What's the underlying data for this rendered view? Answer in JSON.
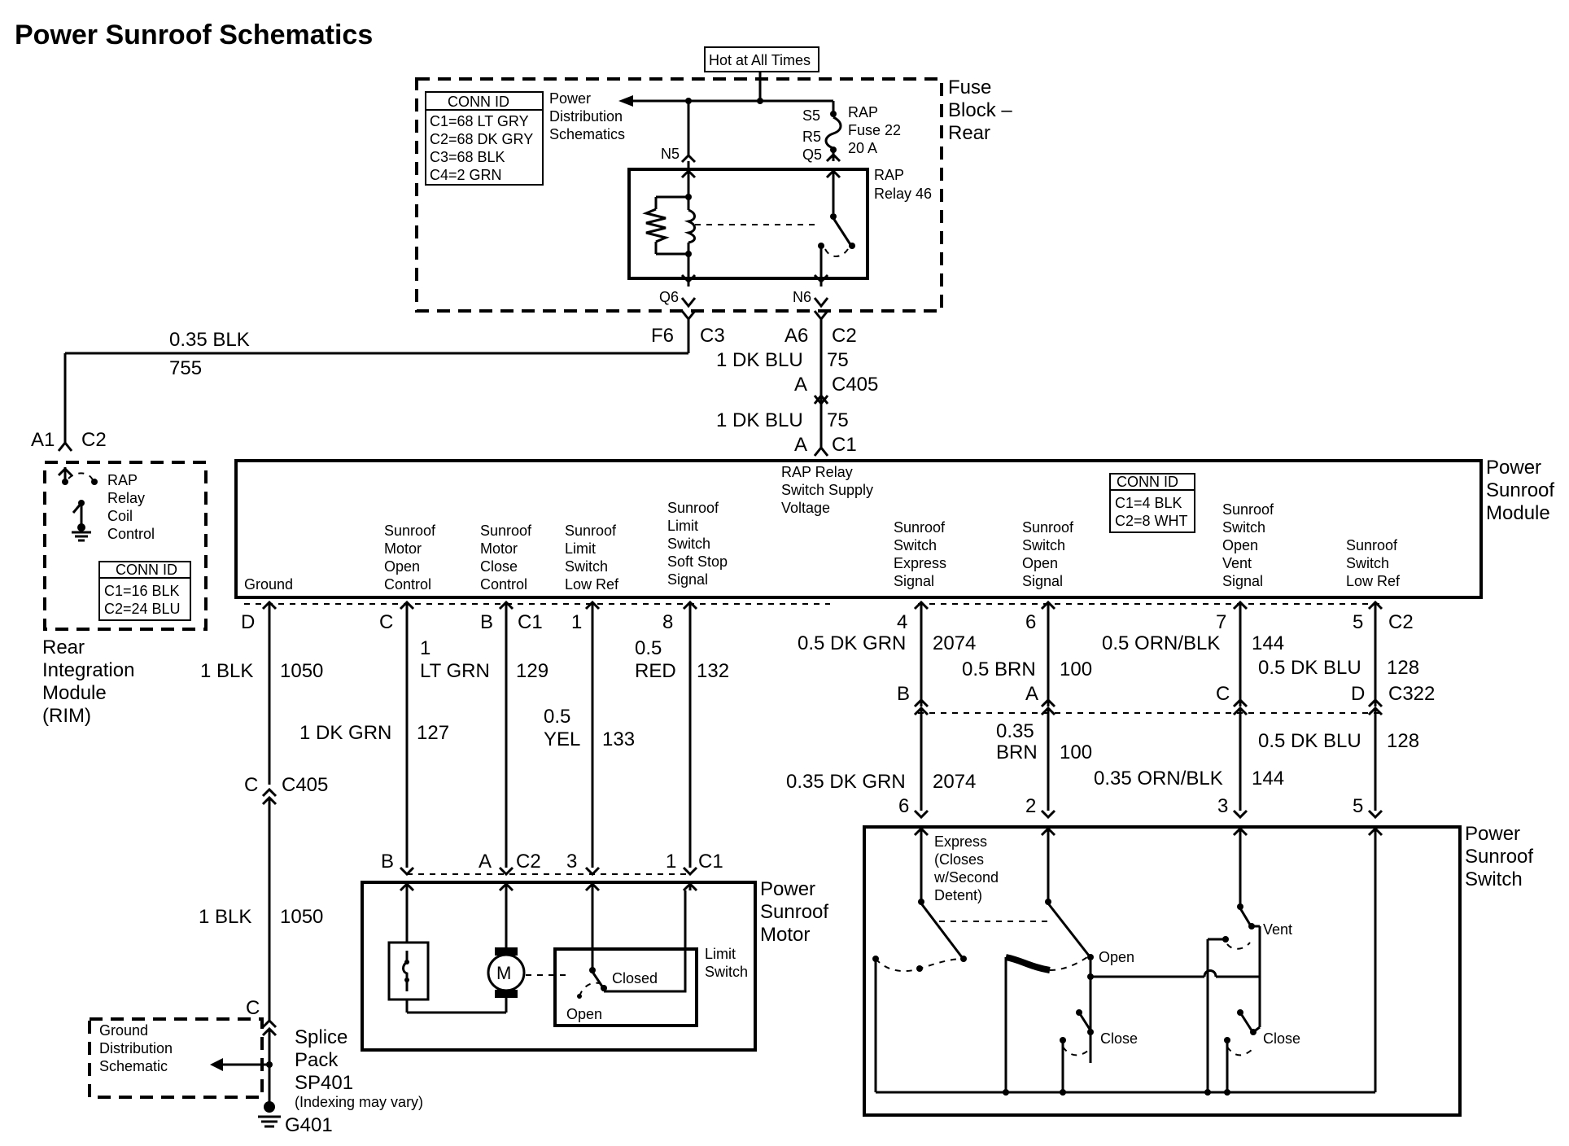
{
  "title": "Power Sunroof Schematics",
  "hot_label": "Hot at All Times",
  "fuse_block": {
    "l1": "Fuse",
    "l2": "Block –",
    "l3": "Rear"
  },
  "conn_fb": {
    "title": "CONN ID",
    "c1": "C1=68 LT GRY",
    "c2": "C2=68 DK GRY",
    "c3": "C3=68 BLK",
    "c4": "C4=2 GRN"
  },
  "power_dist": {
    "l1": "Power",
    "l2": "Distribution",
    "l3": "Schematics"
  },
  "fuse": {
    "s5": "S5",
    "r5": "R5",
    "q5": "Q5",
    "l1": "RAP",
    "l2": "Fuse 22",
    "l3": "20 A"
  },
  "relay": {
    "l1": "RAP",
    "l2": "Relay 46",
    "n5": "N5",
    "q6": "Q6",
    "n6": "N6"
  },
  "wire_top_left": {
    "pin": "F6",
    "conn": "C3",
    "gauge": "0.35 BLK",
    "circuit": "755"
  },
  "wire_top_right": {
    "pin1": "A6",
    "conn1": "C2",
    "gauge1": "1 DK BLU",
    "circ1": "75",
    "pin2": "A",
    "conn2": "C405",
    "gauge2": "1 DK BLU",
    "circ2": "75",
    "pin3": "A",
    "conn3": "C1"
  },
  "rim": {
    "pin": "A1",
    "conn": "C2",
    "relay1": "RAP",
    "relay2": "Relay",
    "relay3": "Coil",
    "relay4": "Control",
    "conn_title": "CONN ID",
    "c1": "C1=16 BLK",
    "c2": "C2=24 BLU",
    "name1": "Rear",
    "name2": "Integration",
    "name3": "Module",
    "name4": "(RIM)"
  },
  "module": {
    "name1": "Power",
    "name2": "Sunroof",
    "name3": "Module",
    "rap1": "RAP Relay",
    "rap2": "Switch Supply",
    "rap3": "Voltage",
    "conn_title": "CONN ID",
    "c1": "C1=4 BLK",
    "c2": "C2=8 WHT",
    "ground": "Ground",
    "motor_open": [
      "Sunroof",
      "Motor",
      "Open",
      "Control"
    ],
    "motor_close": [
      "Sunroof",
      "Motor",
      "Close",
      "Control"
    ],
    "limit_low": [
      "Sunroof",
      "Limit",
      "Switch",
      "Low Ref"
    ],
    "limit_soft": [
      "Sunroof",
      "Limit",
      "Switch",
      "Soft Stop",
      "Signal"
    ],
    "express": [
      "Sunroof",
      "Switch",
      "Express",
      "Signal"
    ],
    "open_sig": [
      "Sunroof",
      "Switch",
      "Open",
      "Signal"
    ],
    "vent_sig": [
      "Sunroof",
      "Switch",
      "Open",
      "Vent",
      "Signal"
    ],
    "low_ref": [
      "Sunroof",
      "Switch",
      "Low Ref"
    ]
  },
  "pins_module": {
    "d": "D",
    "c": "C",
    "b": "B",
    "c1": "C1",
    "p1": "1",
    "p8": "8",
    "p4": "4",
    "p6": "6",
    "p7": "7",
    "p5": "5",
    "c2": "C2"
  },
  "wires_left": {
    "ground_gauge": "1 BLK",
    "ground_circ": "1050",
    "open_gauge": "1 DK GRN",
    "open_circ": "127",
    "close_gauge1": "1",
    "close_gauge2": "LT GRN",
    "close_circ": "129",
    "low_gauge1": "0.5",
    "low_gauge2": "YEL",
    "low_circ": "133",
    "soft_gauge1": "0.5",
    "soft_gauge2": "RED",
    "soft_circ": "132",
    "c405_pin": "C",
    "c405": "C405",
    "ground_gauge2": "1 BLK",
    "ground_circ2": "1050",
    "splice_pin": "C"
  },
  "wires_right": {
    "g4a": "0.5 DK GRN",
    "c4a": "2074",
    "g6a": "0.5 BRN",
    "c6a": "100",
    "g7a": "0.5 ORN/BLK",
    "c7a": "144",
    "g5a": "0.5 DK BLU",
    "c5a": "128",
    "pb": "B",
    "pa": "A",
    "pc": "C",
    "pd": "D",
    "c322": "C322",
    "g6b1": "0.35",
    "g6b2": "BRN",
    "c6b": "100",
    "g5b": "0.5 DK BLU",
    "c5b": "128",
    "g4b": "0.35 DK GRN",
    "c4b": "2074",
    "g7b": "0.35 ORN/BLK",
    "c7b": "144",
    "s6": "6",
    "s2": "2",
    "s3": "3",
    "s5": "5"
  },
  "motor": {
    "pb": "B",
    "pa": "A",
    "c2": "C2",
    "p3": "3",
    "p1": "1",
    "c1": "C1",
    "name1": "Power",
    "name2": "Sunroof",
    "name3": "Motor",
    "m": "M",
    "closed": "Closed",
    "open": "Open",
    "limit1": "Limit",
    "limit2": "Switch"
  },
  "switch": {
    "name1": "Power",
    "name2": "Sunroof",
    "name3": "Switch",
    "exp1": "Express",
    "exp2": "(Closes",
    "exp3": "w/Second",
    "exp4": "Detent)",
    "open": "Open",
    "close1": "Close",
    "vent": "Vent",
    "close2": "Close"
  },
  "splice": {
    "gd1": "Ground",
    "gd2": "Distribution",
    "gd3": "Schematic",
    "l1": "Splice",
    "l2": "Pack",
    "l3": "SP401",
    "l4": "(Indexing may vary)",
    "g401": "G401"
  }
}
